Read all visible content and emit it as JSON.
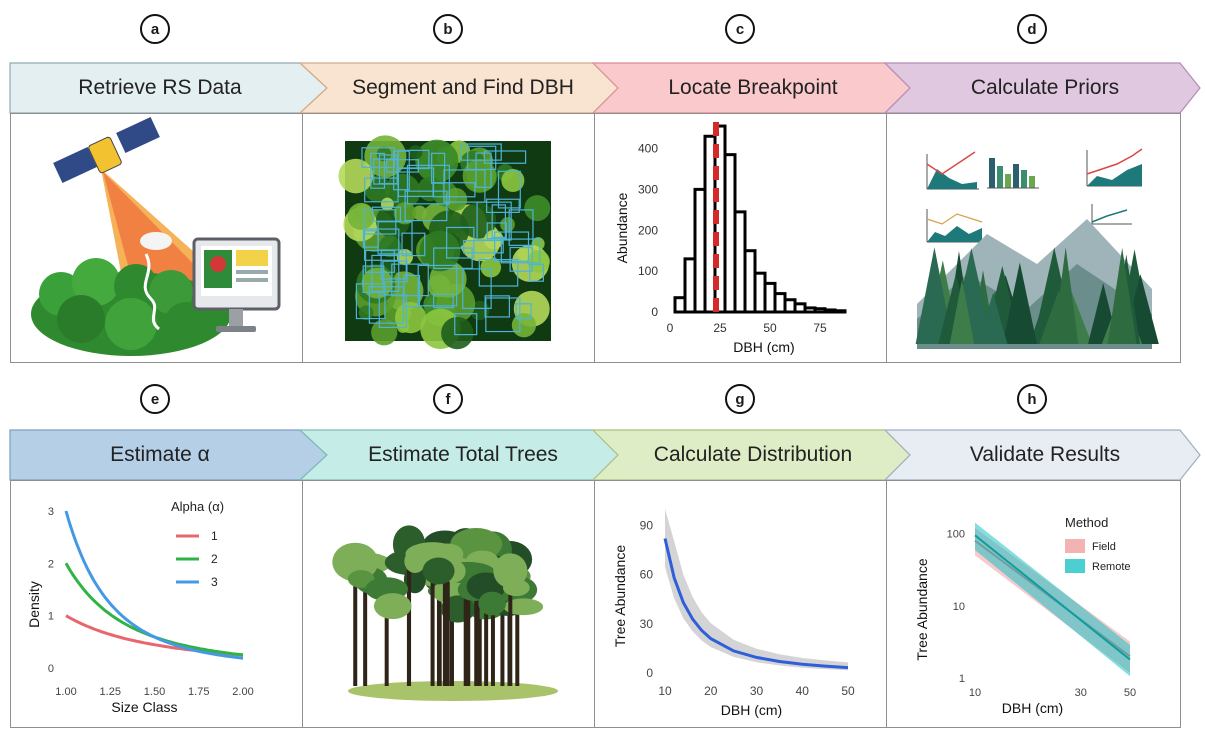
{
  "steps": [
    {
      "letter": "a",
      "title": "Retrieve RS Data"
    },
    {
      "letter": "b",
      "title": "Segment and Find DBH"
    },
    {
      "letter": "c",
      "title": "Locate Breakpoint"
    },
    {
      "letter": "d",
      "title": "Calculate Priors"
    },
    {
      "letter": "e",
      "title": "Estimate α"
    },
    {
      "letter": "f",
      "title": "Estimate Total Trees"
    },
    {
      "letter": "g",
      "title": "Calculate Distribution"
    },
    {
      "letter": "h",
      "title": "Validate Results"
    }
  ],
  "colors": {
    "row1": [
      "#e4eff2",
      "#f9e3d1",
      "#f9c9cc",
      "#e0c8e0"
    ],
    "row2": [
      "#b5cfe6",
      "#c6ece7",
      "#dfedc7",
      "#e7edf2"
    ],
    "histogram_line": "#d42a2a",
    "alpha1": "#e8676d",
    "alpha2": "#2fb344",
    "alpha3": "#4499e5",
    "dist_line": "#2f5fd8",
    "field": "#f0a0a0",
    "remote": "#1fc3c6"
  },
  "chart_data": [
    {
      "type": "bar",
      "xlabel": "DBH (cm)",
      "ylabel": "Abundance",
      "xticks": [
        "0",
        "25",
        "50",
        "75"
      ],
      "yticks": [
        "0",
        "100",
        "200",
        "300",
        "400"
      ],
      "bins": [
        {
          "x": 5,
          "y": 35
        },
        {
          "x": 10,
          "y": 130
        },
        {
          "x": 15,
          "y": 300
        },
        {
          "x": 20,
          "y": 430
        },
        {
          "x": 25,
          "y": 455
        },
        {
          "x": 30,
          "y": 385
        },
        {
          "x": 35,
          "y": 245
        },
        {
          "x": 40,
          "y": 150
        },
        {
          "x": 45,
          "y": 95
        },
        {
          "x": 50,
          "y": 70
        },
        {
          "x": 55,
          "y": 45
        },
        {
          "x": 60,
          "y": 30
        },
        {
          "x": 65,
          "y": 20
        },
        {
          "x": 70,
          "y": 10
        },
        {
          "x": 75,
          "y": 8
        },
        {
          "x": 80,
          "y": 5
        },
        {
          "x": 85,
          "y": 3
        }
      ],
      "breakpoint": 23,
      "xlim": [
        0,
        95
      ],
      "ylim": [
        0,
        460
      ]
    },
    {
      "type": "line",
      "xlabel": "Size Class",
      "ylabel": "Density",
      "legend_title": "Alpha (α)",
      "xticks": [
        "1.00",
        "1.25",
        "1.50",
        "1.75",
        "2.00"
      ],
      "yticks": [
        "0",
        "1",
        "2",
        "3"
      ],
      "series": [
        {
          "name": "1",
          "alpha": 1
        },
        {
          "name": "2",
          "alpha": 2
        },
        {
          "name": "3",
          "alpha": 3
        }
      ],
      "xlim": [
        1,
        2
      ],
      "ylim": [
        0,
        3
      ]
    },
    {
      "type": "line",
      "xlabel": "DBH (cm)",
      "ylabel": "Tree Abundance",
      "xticks": [
        "10",
        "20",
        "30",
        "40",
        "50"
      ],
      "yticks": [
        "0",
        "30",
        "60",
        "90"
      ],
      "x": [
        10,
        12,
        14,
        16,
        18,
        20,
        25,
        30,
        35,
        40,
        45,
        50
      ],
      "y": [
        82,
        58,
        43,
        33,
        26,
        21,
        13.5,
        9.5,
        7,
        5.3,
        4.2,
        3.3
      ],
      "xlim": [
        10,
        50
      ],
      "ylim": [
        0,
        100
      ]
    },
    {
      "type": "line",
      "xlabel": "DBH (cm)",
      "ylabel": "Tree Abundance",
      "legend_title": "Method",
      "xticks": [
        "10",
        "30",
        "50"
      ],
      "yticks": [
        "1",
        "10",
        "100"
      ],
      "log_scale": true,
      "series": [
        {
          "name": "Field",
          "x": [
            10,
            50
          ],
          "y": [
            80,
            2
          ]
        },
        {
          "name": "Remote",
          "x": [
            10,
            50
          ],
          "y": [
            95,
            1.8
          ]
        }
      ],
      "xlim": [
        10,
        50
      ],
      "ylim": [
        1,
        150
      ]
    }
  ]
}
